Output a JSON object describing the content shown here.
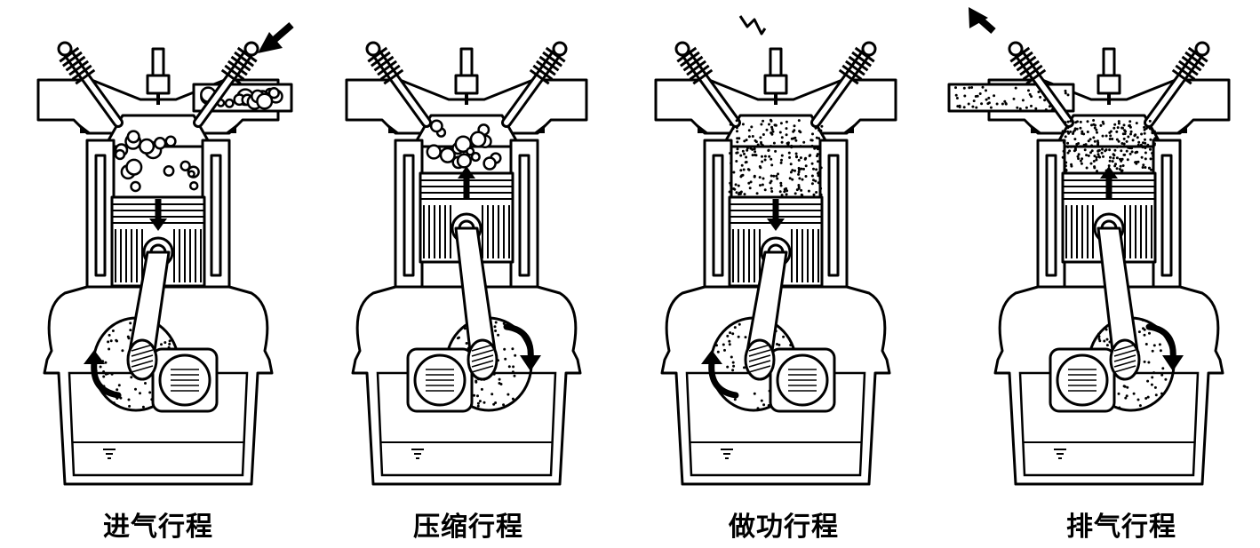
{
  "strokes": [
    {
      "label": "进气行程",
      "ink": "#000000",
      "valve_open": "intake",
      "piston": "down",
      "gas": "bubbles",
      "crank": "left",
      "spark": false,
      "flow_arrow": "in"
    },
    {
      "label": "压缩行程",
      "ink": "#000000",
      "valve_open": "none",
      "piston": "up",
      "gas": "bubbles",
      "crank": "right",
      "spark": false,
      "flow_arrow": "none"
    },
    {
      "label": "做功行程",
      "ink": "#000000",
      "valve_open": "none",
      "piston": "down",
      "gas": "dots",
      "crank": "left",
      "spark": true,
      "flow_arrow": "none"
    },
    {
      "label": "排气行程",
      "ink": "#000000",
      "valve_open": "exhaust",
      "piston": "up",
      "gas": "dots",
      "crank": "right",
      "spark": false,
      "flow_arrow": "out"
    }
  ]
}
